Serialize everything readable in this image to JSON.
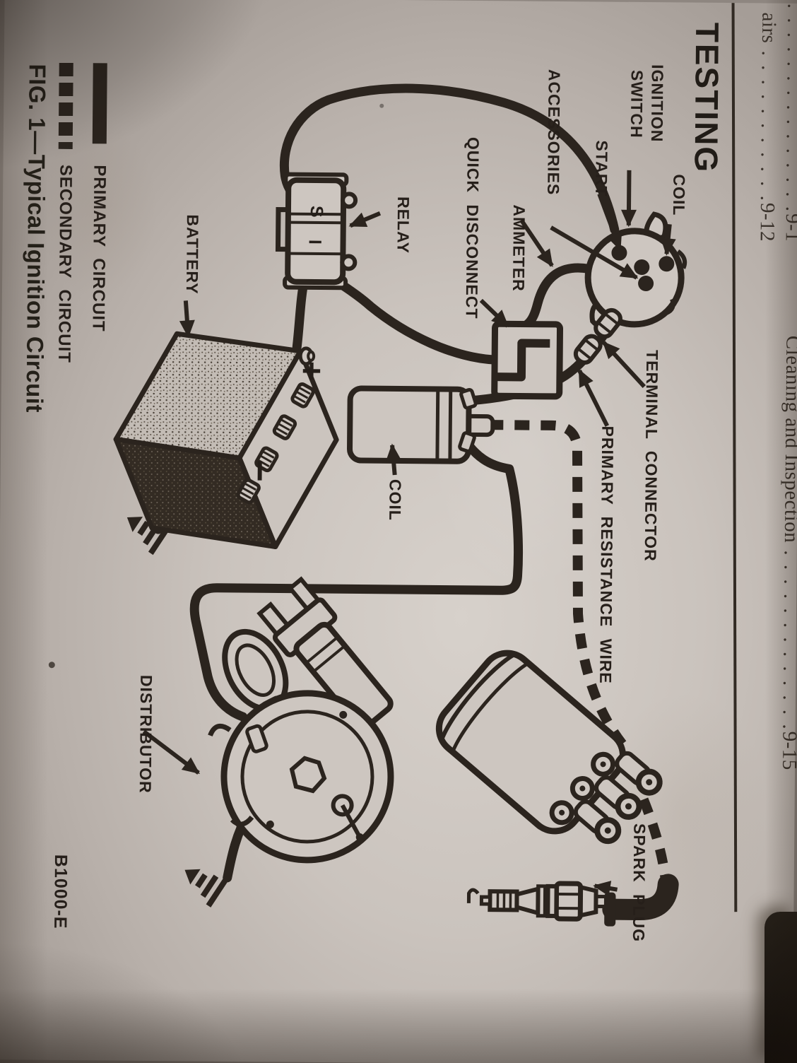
{
  "toc": {
    "entry_a": {
      "dots": ". . . . . . . . . . . . . . .",
      "page": "9-1"
    },
    "entry_b": {
      "label": "airs",
      "dots": " . . . . . . . . . . .",
      "page": "9-12"
    },
    "entry_c": {
      "label": "Cleaning and Inspection",
      "dots": " . . . . . . . . . . . . .",
      "page": "9-15"
    }
  },
  "section": {
    "heading": "TESTING"
  },
  "figure": {
    "caption": "FIG. 1—Typical Ignition Circuit",
    "code": "B1000-E",
    "legend": {
      "primary_label": "PRIMARY CIRCUIT",
      "secondary_label": "SECONDARY CIRCUIT"
    },
    "labels": {
      "ignition_switch_line1": "IGNITION",
      "ignition_switch_line2": "SWITCH",
      "coil_terminal": "COIL",
      "start_terminal": "START",
      "accessories_terminal": "ACCESSORIES",
      "ammeter": "AMMETER",
      "quick_disconnect": "QUICK DISCONNECT",
      "relay": "RELAY",
      "battery": "BATTERY",
      "terminal_connector": "TERMINAL CONNECTOR",
      "primary_resistance_wire": "PRIMARY RESISTANCE WIRE",
      "coil": "COIL",
      "distributor": "DISTRIBUTOR",
      "spark_plug": "SPARK PLUG"
    },
    "battery": {
      "plus": "+",
      "minus": "−"
    },
    "relay": {
      "mark_s": "S",
      "mark_i": "I"
    },
    "ink_color": "#2b241e",
    "paper_color": "#cdc6c0"
  }
}
